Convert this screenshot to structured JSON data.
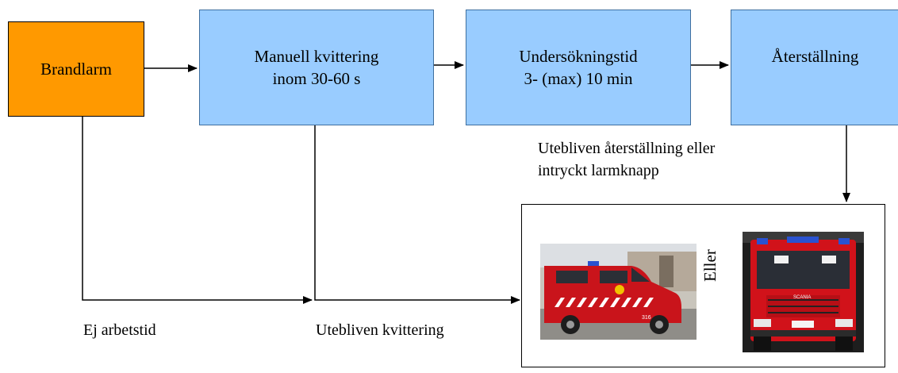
{
  "boxes": {
    "brandlarm": "Brandlarm",
    "manuell_line1": "Manuell kvittering",
    "manuell_line2": "inom 30-60 s",
    "undersok_line1": "Undersökningstid",
    "undersok_line2": "3- (max) 10 min",
    "aterstallning": "Återställning"
  },
  "labels": {
    "utebliven_aterstallning_line1": "Utebliven återställning eller",
    "utebliven_aterstallning_line2": "intryckt larmknapp",
    "ej_arbetstid": "Ej arbetstid",
    "utebliven_kvittering": "Utebliven kvittering",
    "eller": "Eller"
  },
  "photos": {
    "van_icon": "fire-van-photo",
    "truck_icon": "fire-truck-photo",
    "van_number": "316",
    "truck_brand": "SCANIA"
  },
  "colors": {
    "brandlarm_fill": "#ff9900",
    "step_fill": "#99ccff"
  }
}
